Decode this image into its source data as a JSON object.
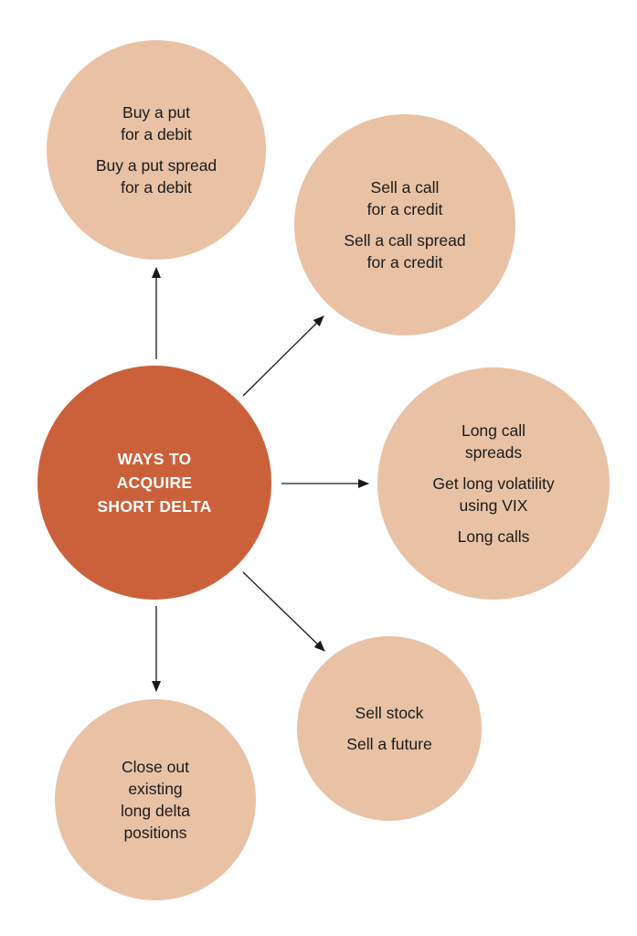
{
  "colors": {
    "center_fill": "#cb613b",
    "outer_fill": "#e9c2a6",
    "arrow": "#1a1a1a",
    "center_text": "#ffffff",
    "outer_text": "#1a1a1a"
  },
  "center": {
    "label": "WAYS TO\nACQUIRE\nSHORT DELTA"
  },
  "nodes": {
    "top": {
      "items": [
        "Buy a put\nfor a debit",
        "Buy a put spread\nfor a debit"
      ]
    },
    "upper_right": {
      "items": [
        "Sell a call\nfor a credit",
        "Sell a call spread\nfor a credit"
      ]
    },
    "right": {
      "items": [
        "Long call\nspreads",
        "Get long volatility\nusing VIX",
        "Long calls"
      ]
    },
    "lower_right": {
      "items": [
        "Sell stock",
        "Sell a future"
      ]
    },
    "bottom": {
      "items": [
        "Close out\nexisting\nlong delta\npositions"
      ]
    }
  }
}
